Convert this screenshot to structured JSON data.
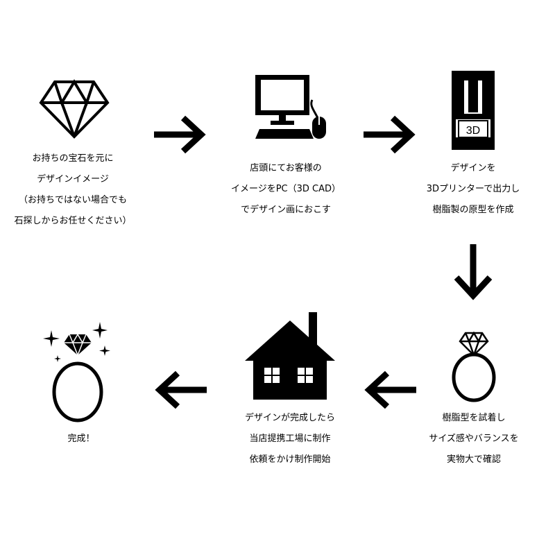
{
  "steps": [
    {
      "icon": "diamond-icon",
      "lines": [
        "お持ちの宝石を元に",
        "デザインイメージ",
        "（お持ちではない場合でも",
        "石探しからお任せください）"
      ]
    },
    {
      "icon": "computer-icon",
      "lines": [
        "店頭にてお客様の",
        "イメージをPC（3D CAD）",
        "でデザイン画におこす"
      ]
    },
    {
      "icon": "3d-printer-icon",
      "printer_label": "3D",
      "lines": [
        "デザインを",
        "3Dプリンターで出力し",
        "樹脂製の原型を作成"
      ]
    },
    {
      "icon": "diamond-ring-icon",
      "lines": [
        "樹脂型を試着し",
        "サイズ感やバランスを",
        "実物大で確認"
      ]
    },
    {
      "icon": "house-icon",
      "lines": [
        "デザインが完成したら",
        "当店提携工場に制作",
        "依頼をかけ制作開始"
      ]
    },
    {
      "icon": "sparkling-ring-icon",
      "lines": [
        "完成！"
      ]
    }
  ],
  "arrows": [
    "right",
    "right",
    "down",
    "left",
    "left"
  ]
}
